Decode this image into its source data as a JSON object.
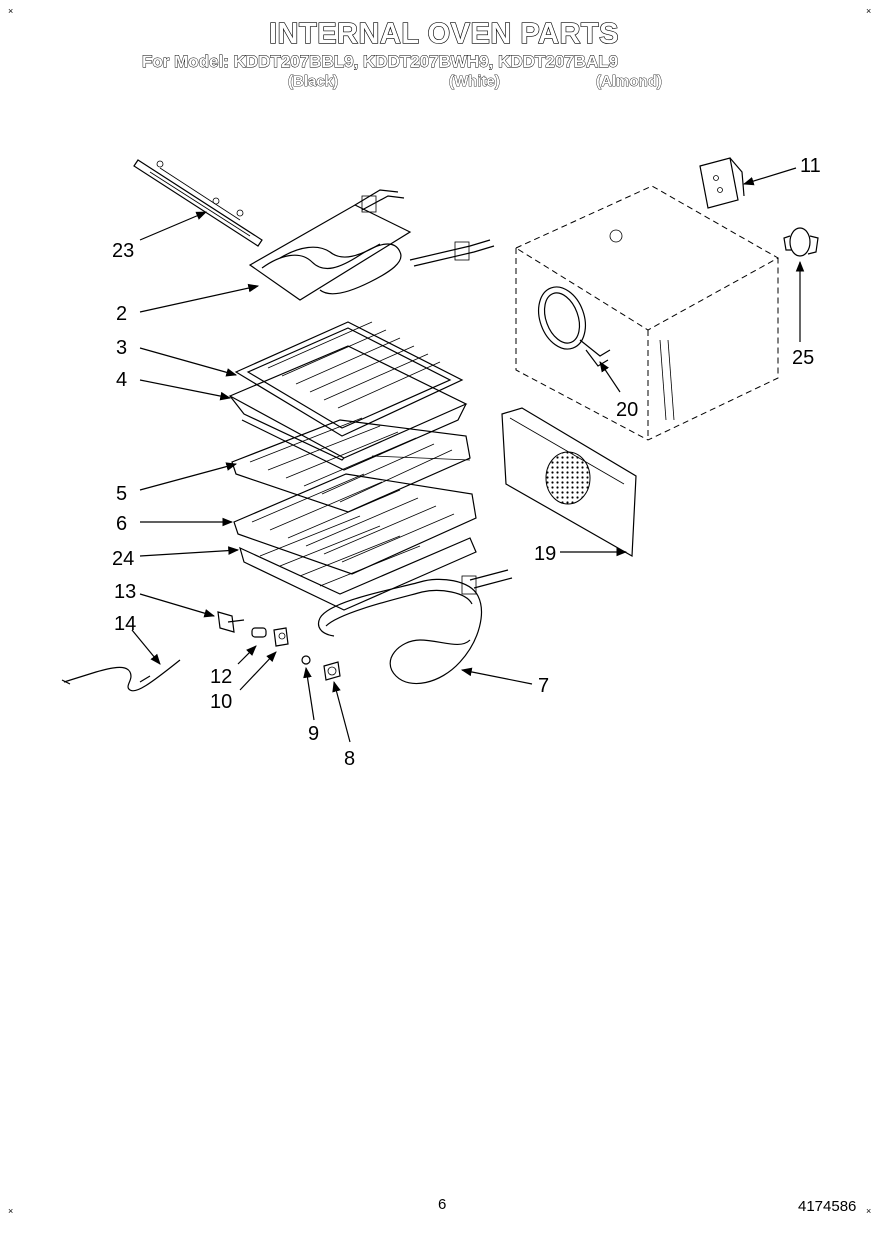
{
  "header": {
    "title": "INTERNAL OVEN PARTS",
    "models_line": "For Model: KDDT207BBL9, KDDT207BWH9, KDDT207BAL9",
    "finishes": [
      "(Black)",
      "(White)",
      "(Almond)"
    ]
  },
  "callouts": [
    "23",
    "2",
    "3",
    "4",
    "5",
    "6",
    "24",
    "13",
    "14",
    "12",
    "10",
    "9",
    "8",
    "7",
    "11",
    "25",
    "20",
    "19"
  ],
  "footer": {
    "page_number": "6",
    "document_number": "4174586"
  },
  "corner_marks": [
    "×",
    "×",
    "×",
    "×"
  ]
}
